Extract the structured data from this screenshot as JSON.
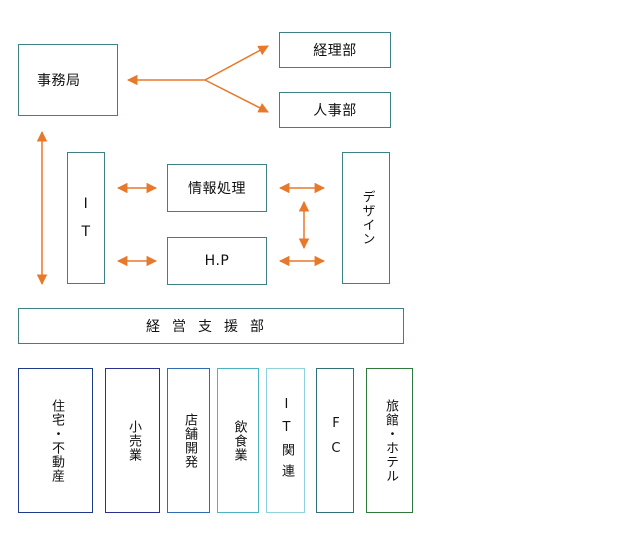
{
  "colors": {
    "box_border": "#3f7f86",
    "arrow": "#e8782a",
    "industry_borders": [
      "#1e3a8a",
      "#2b2f8f",
      "#2f6db0",
      "#4db3c0",
      "#8fd3dc",
      "#2f6f77",
      "#2f7a3a"
    ]
  },
  "nodes": {
    "jimukyoku": "事務局",
    "keiri": "経理部",
    "jinji": "人事部",
    "it_top": "I",
    "it_bottom": "T",
    "joho": "情報処理",
    "hp": "H.P",
    "design": "デザイン",
    "keiei": "経営支援部"
  },
  "industries": [
    "住宅・不動産",
    "小売業",
    "店舗開発",
    "飲食業",
    "IT関連",
    "FC",
    "旅館・ホテル"
  ]
}
